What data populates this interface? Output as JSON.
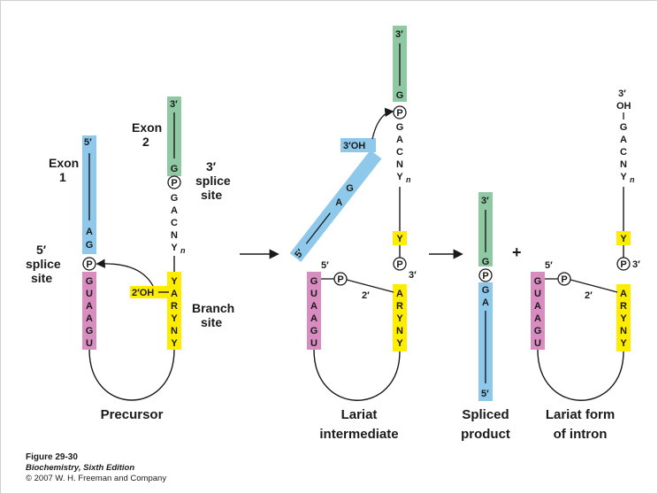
{
  "colors": {
    "blue": "#8ec9ec",
    "green": "#8fc9a3",
    "pink": "#d98cbf",
    "yellow": "#ffed00",
    "line": "#1a1a1a"
  },
  "labels": {
    "exon1": [
      "Exon",
      "1"
    ],
    "exon2": [
      "Exon",
      "2"
    ],
    "splice5": [
      "5′",
      "splice",
      "site"
    ],
    "splice3": [
      "3′",
      "splice",
      "site"
    ],
    "branch": [
      "Branch",
      "site"
    ],
    "two_oh": "2′OH",
    "three_oh": "3′OH",
    "three_oh_free": [
      "3′",
      "OH"
    ],
    "p": "P",
    "five": "5′",
    "three": "3′",
    "two": "2′",
    "plus": "+"
  },
  "nucleotides": {
    "exon1_end": [
      "A",
      "G"
    ],
    "exon2_start": [
      "G"
    ],
    "intron_5": [
      "G",
      "U",
      "A",
      "A",
      "G",
      "U"
    ],
    "intron_3": [
      "G",
      "A",
      "C",
      "N",
      "Y",
      "n"
    ],
    "branch": [
      "A",
      "R",
      "Y",
      "N",
      "Y"
    ],
    "y": "Y",
    "exon1_diag": [
      "G",
      "A"
    ],
    "spliced_down": [
      "G",
      "A"
    ]
  },
  "captions": {
    "precursor": "Precursor",
    "lariat_intermediate": [
      "Lariat",
      "intermediate"
    ],
    "spliced_product": [
      "Spliced",
      "product"
    ],
    "lariat_intron": [
      "Lariat form",
      "of intron"
    ]
  },
  "footer": {
    "figure": "Figure 29-30",
    "book": "Biochemistry, Sixth Edition",
    "copyright": "© 2007 W. H. Freeman and Company"
  }
}
